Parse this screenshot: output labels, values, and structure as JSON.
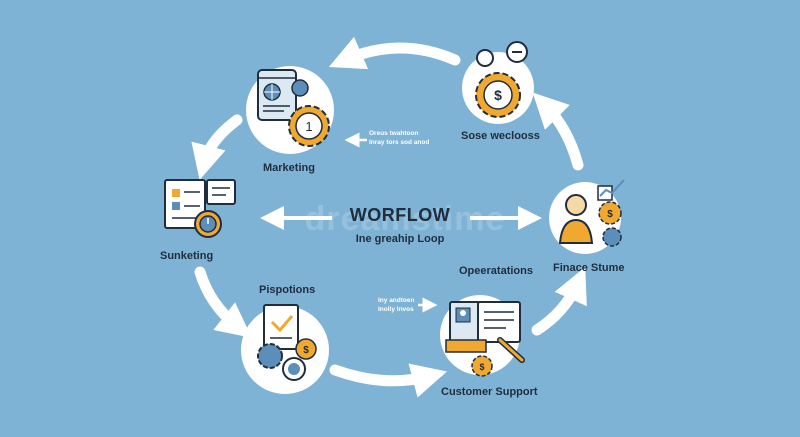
{
  "diagram": {
    "title": "WORFLOW",
    "subtitle": "Ine greahip Loop",
    "watermark": "dreamstime",
    "nodes": [
      {
        "id": "marketing",
        "label": "Marketing"
      },
      {
        "id": "sose",
        "label": "Sose weclooss"
      },
      {
        "id": "sunketing",
        "label": "Sunketing"
      },
      {
        "id": "finance",
        "label": "Finace Stume"
      },
      {
        "id": "pispotions",
        "label": "Pispotions"
      },
      {
        "id": "customer",
        "label": "Customer Support"
      },
      {
        "id": "operations",
        "label": "Opeeratations"
      }
    ],
    "notes": {
      "top": [
        "Oreus twahtoon",
        "Inray tors sod anod"
      ],
      "bottom": [
        "Iny andtoen",
        "Inolly Invos"
      ]
    }
  },
  "colors": {
    "background": "#7fb3d5",
    "accent_orange": "#f0a830",
    "icon_blue": "#5b8fb9",
    "ink": "#1f2d3d",
    "circle": "#ffffff",
    "arrow": "#ffffff"
  },
  "icons": {
    "marketing": "tablet-gear-icon",
    "sose": "dollar-gear-icon",
    "sunketing": "document-clock-icon",
    "finance": "person-chart-gear-icon",
    "pispotions": "checklist-dollar-gear-icon",
    "customer": "id-card-search-icon"
  }
}
